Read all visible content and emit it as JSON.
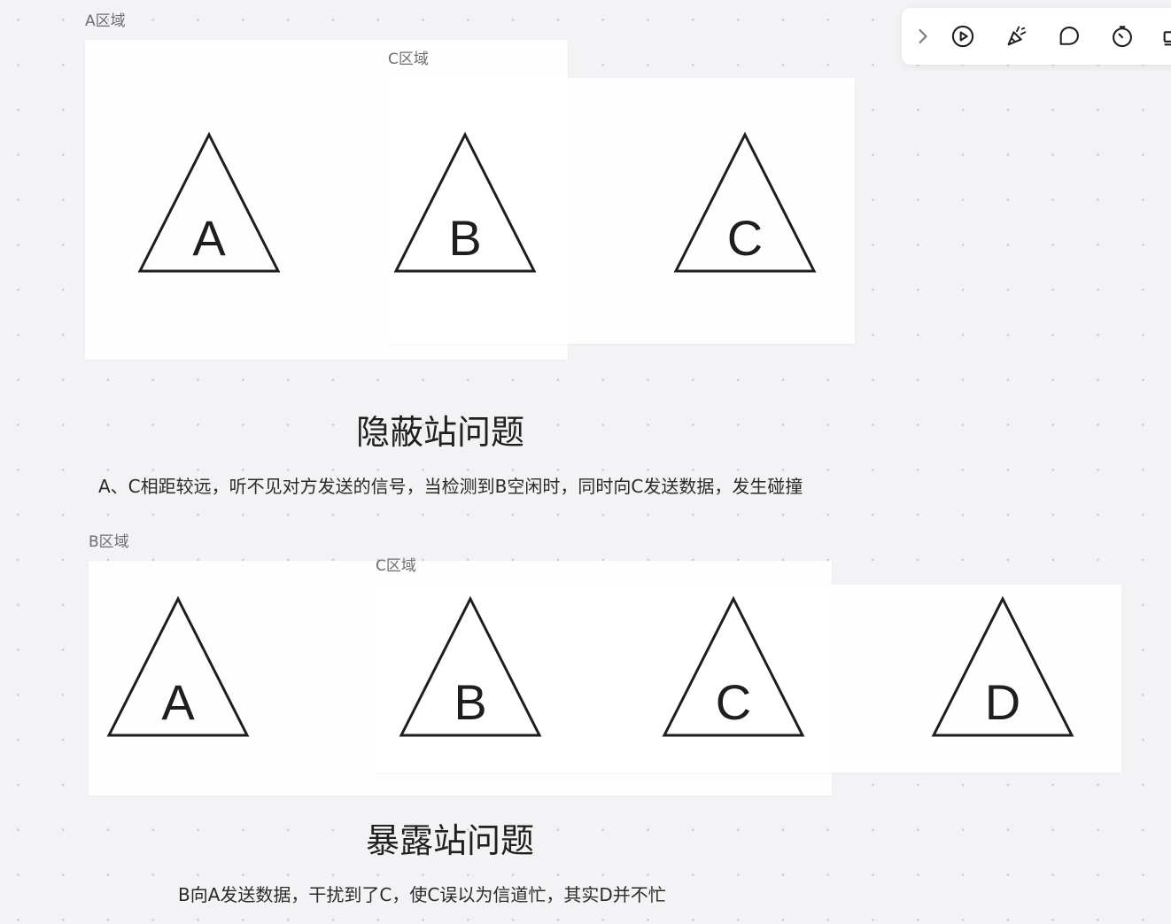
{
  "toolbar": {
    "icons": [
      "chevron-right-icon",
      "play-icon",
      "celebrate-icon",
      "comment-icon",
      "timer-icon",
      "more-icon"
    ]
  },
  "diagram1": {
    "frame_a_label": "A区域",
    "frame_c_label": "C区域",
    "nodes": [
      "A",
      "B",
      "C"
    ],
    "title": "隐蔽站问题",
    "description": "A、C相距较远，听不见对方发送的信号，当检测到B空闲时，同时向C发送数据，发生碰撞"
  },
  "diagram2": {
    "frame_b_label": "B区域",
    "frame_c_label": "C区域",
    "nodes": [
      "A",
      "B",
      "C",
      "D"
    ],
    "title": "暴露站问题",
    "description": "B向A发送数据，干扰到了C，使C误以为信道忙，其实D并不忙"
  }
}
